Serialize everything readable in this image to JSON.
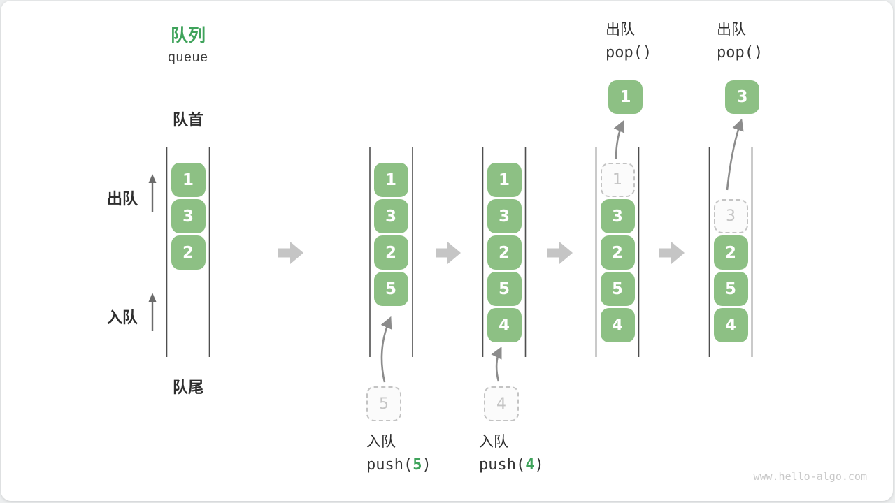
{
  "title": {
    "zh": "队列",
    "en": "queue"
  },
  "side_labels": {
    "front": "队首",
    "rear": "队尾",
    "dequeue": "出队",
    "enqueue": "入队"
  },
  "colors": {
    "box_green": "#8DC084",
    "title_green": "#3FA35B",
    "code_arg_green": "#3FA35B",
    "wall_line": "#4e4e4e",
    "flow_arrow_gray": "#c5c5c5",
    "curve_arrow_gray": "#8c8c8c",
    "ghost_border": "#c3c3c3",
    "ghost_text": "#c4c4c4",
    "text_dark": "#2e2e2e",
    "watermark": "#c9c9c9"
  },
  "queues": [
    {
      "name": "state-1",
      "cells": [
        {
          "v": "1"
        },
        {
          "v": "3"
        },
        {
          "v": "2"
        }
      ]
    },
    {
      "name": "state-2",
      "cells": [
        {
          "v": "1"
        },
        {
          "v": "3"
        },
        {
          "v": "2"
        },
        {
          "v": "5"
        }
      ],
      "staged": "5"
    },
    {
      "name": "state-3",
      "cells": [
        {
          "v": "1"
        },
        {
          "v": "3"
        },
        {
          "v": "2"
        },
        {
          "v": "5"
        },
        {
          "v": "4"
        }
      ],
      "staged": "4"
    },
    {
      "name": "state-4",
      "ghost": "1",
      "cells": [
        {
          "v": "3"
        },
        {
          "v": "2"
        },
        {
          "v": "5"
        },
        {
          "v": "4"
        }
      ],
      "popped": "1"
    },
    {
      "name": "state-5",
      "ghost": "3",
      "cells": [
        {
          "v": "2"
        },
        {
          "v": "5"
        },
        {
          "v": "4"
        }
      ],
      "popped": "3"
    }
  ],
  "operations": {
    "push5": {
      "label": "入队",
      "code_prefix": "push(",
      "arg": "5",
      "code_suffix": ")"
    },
    "push4": {
      "label": "入队",
      "code_prefix": "push(",
      "arg": "4",
      "code_suffix": ")"
    },
    "pop1": {
      "label": "出队",
      "code": "pop()"
    },
    "pop2": {
      "label": "出队",
      "code": "pop()"
    }
  },
  "watermark": "www.hello-algo.com"
}
